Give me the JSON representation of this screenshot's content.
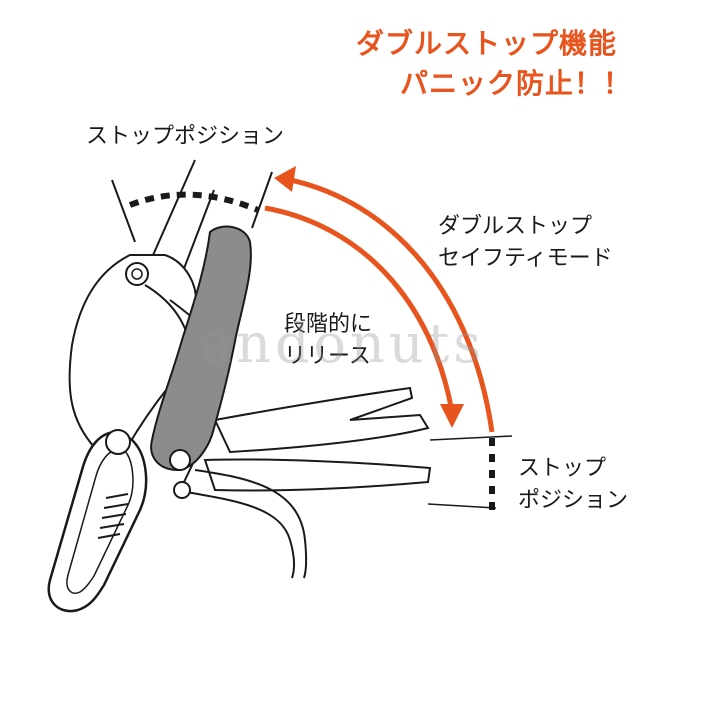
{
  "headline": {
    "line1": "ダブルストップ機能",
    "line2": "パニック防止！！"
  },
  "labels": {
    "stop_position_top": "ストップポジション",
    "mode_line1": "ダブルストップ",
    "mode_line2": "セイフティモード",
    "gradual_line1": "段階的に",
    "gradual_line2": "リリース",
    "stop_position_right_line1": "ストップ",
    "stop_position_right_line2": "ポジション"
  },
  "watermark": "andonuts",
  "colors": {
    "accent": "#e8541e",
    "line": "#1a1a1a",
    "handle": "#8c8c8c"
  }
}
